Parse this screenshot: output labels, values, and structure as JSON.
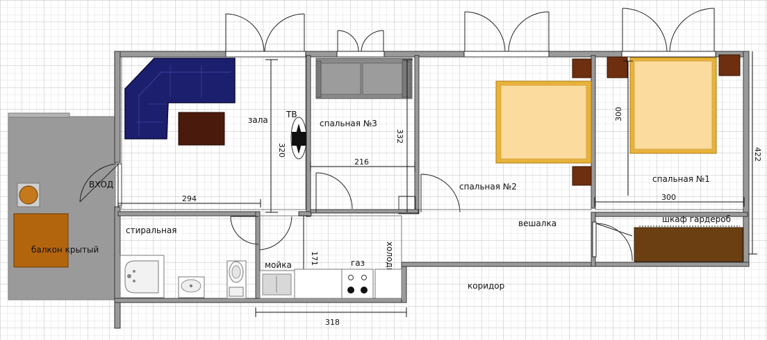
{
  "rooms": {
    "zala": "зала",
    "bedroom3": "спальная №3",
    "bedroom2": "спальная №2",
    "bedroom1": "спальная №1",
    "balcony": "балкон крытый",
    "laundry": "стиральная",
    "corridor": "коридор",
    "entrance": "ВХОД"
  },
  "fixtures": {
    "tv": "ТВ",
    "sink": "мойка",
    "gas": "газ",
    "fridge": "холодильник",
    "hanger": "вешалка",
    "wardrobe": "шкаф гардероб"
  },
  "dimensions": {
    "d294": "294",
    "d320": "320",
    "d216": "216",
    "d332": "332",
    "d300v": "300",
    "d300h": "300",
    "d422": "422",
    "d171": "171",
    "d318": "318"
  },
  "colors": {
    "wall": "#9a9a9a",
    "grid": "#c8c8c8",
    "sofa": "#1c1f6e",
    "table": "#4a1a0c",
    "bed": "#fbdc9e",
    "bed_frame": "#e8b33a",
    "nightstand": "#6e2e10",
    "wardrobe": "#6b3f12",
    "balcony": "#9a9a9a",
    "balcony_table": "#b3650e",
    "grey_sofa": "#8a8a8a"
  }
}
